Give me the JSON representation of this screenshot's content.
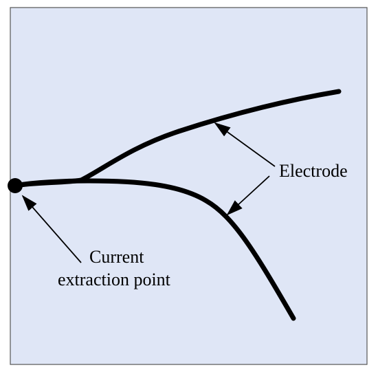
{
  "colors": {
    "background": "#dfe6f6",
    "border": "#555555",
    "stroke": "#000000"
  },
  "labels": {
    "electrode": "Electrode",
    "current_line1": "Current",
    "current_line2": "extraction point"
  }
}
